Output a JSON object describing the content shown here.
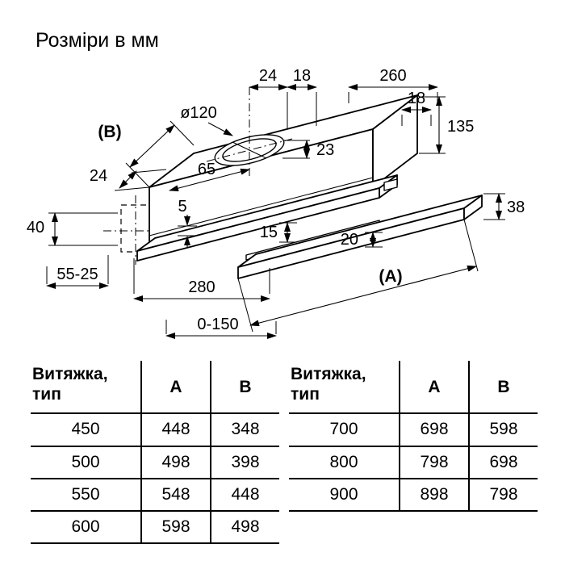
{
  "page": {
    "title": "Розміри в мм"
  },
  "diagram": {
    "dims": {
      "top_24": "24",
      "top_18": "18",
      "top_260": "260",
      "label_b": "(B)",
      "duct_diameter": "ø120",
      "right_18": "18",
      "right_135": "135",
      "collar_23": "23",
      "left_24": "24",
      "center_65": "65",
      "front_5": "5",
      "left_40": "40",
      "mid_15": "15",
      "visor_20": "20",
      "visor_38": "38",
      "bottom_55_25": "55-25",
      "bottom_280": "280",
      "label_a": "(A)",
      "pullout_0_150": "0-150"
    }
  },
  "tables": [
    {
      "header": {
        "type": "Витяжка, тип",
        "a": "A",
        "b": "B"
      },
      "rows": [
        [
          "450",
          "448",
          "348"
        ],
        [
          "500",
          "498",
          "398"
        ],
        [
          "550",
          "548",
          "448"
        ],
        [
          "600",
          "598",
          "498"
        ]
      ]
    },
    {
      "header": {
        "type": "Витяжка, тип",
        "a": "A",
        "b": "B"
      },
      "rows": [
        [
          "700",
          "698",
          "598"
        ],
        [
          "800",
          "798",
          "698"
        ],
        [
          "900",
          "898",
          "798"
        ]
      ]
    }
  ]
}
